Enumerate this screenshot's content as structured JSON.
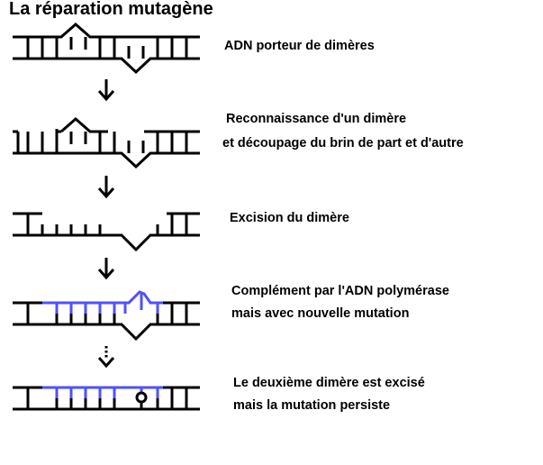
{
  "title": "La réparation mutagène",
  "colors": {
    "strand": "#000000",
    "new_strand": "#5050ff"
  },
  "steps": [
    {
      "lines": [
        "ADN porteur de dimères"
      ]
    },
    {
      "lines": [
        "Reconnaissance d'un dimère",
        "et découpage du brin de part et d'autre"
      ]
    },
    {
      "lines": [
        "Excision du dimère"
      ]
    },
    {
      "lines": [
        "Complément par l'ADN polymérase",
        "mais avec nouvelle mutation"
      ]
    },
    {
      "lines": [
        "Le deuxième dimère est excisé",
        "mais la mutation persiste"
      ]
    }
  ],
  "arrows": [
    {
      "style": "solid"
    },
    {
      "style": "solid"
    },
    {
      "style": "solid"
    },
    {
      "style": "dotted"
    }
  ]
}
